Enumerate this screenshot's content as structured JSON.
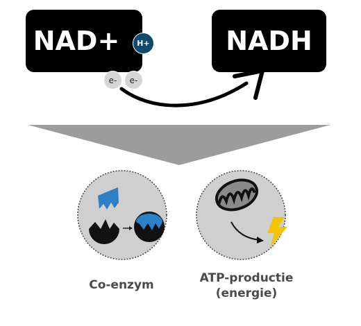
{
  "diagram": {
    "nad_label": "NAD+",
    "nadh_label": "NADH",
    "proton_label": "H+",
    "electron_labels": [
      "e-",
      "e-"
    ],
    "coenzyme_label": "Co-enzym",
    "atp_label_line1": "ATP-productie",
    "atp_label_line2": "(energie)"
  },
  "colors": {
    "box": "#000000",
    "proton": "#0d4a6e",
    "accent_blue": "#2d80c4",
    "energy_yellow": "#f5c400",
    "funnel": "#9c9c9c",
    "circle_bg": "#cfcfcf"
  },
  "icons": [
    "curved-arrow-icon",
    "funnel-icon",
    "enzyme-icon",
    "mitochondrion-icon",
    "lightning-bolt-icon"
  ]
}
